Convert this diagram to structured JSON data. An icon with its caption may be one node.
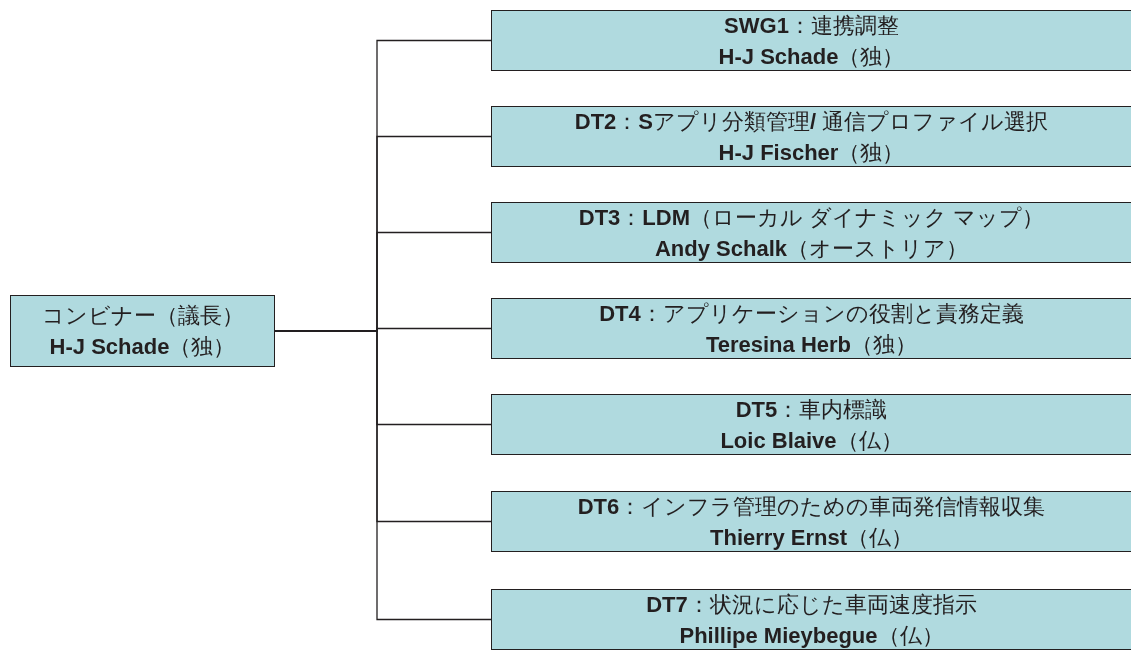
{
  "diagram": {
    "nodes": [
      {
        "text": [
          "コンビナー（議長）",
          "**H-J Schade**（独）"
        ]
      },
      {
        "text": [
          "**SWG1**：連携調整",
          "**H-J Schade**（独）"
        ]
      },
      {
        "text": [
          "**DT2**：**S**アプリ分類管理**/** 通信プロファイル選択",
          "**H-J Fischer**（独）"
        ]
      },
      {
        "text": [
          "**DT3**：**LDM**（ローカル ダイナミック マップ）",
          "**Andy Schalk**（オーストリア）"
        ]
      },
      {
        "text": [
          "**DT4**：アプリケーションの役割と責務定義",
          "**Teresina Herb**（独）"
        ]
      },
      {
        "text": [
          "**DT5**：車内標識",
          "**Loic Blaive**（仏）"
        ]
      },
      {
        "text": [
          "**DT6**：インフラ管理のための車両発信情報収集",
          "**Thierry Ernst**（仏）"
        ]
      },
      {
        "text": [
          "**DT7**：状況に応じた車両速度指示",
          "**Phillipe Mieybegue**（仏）"
        ]
      }
    ],
    "edges": [
      {
        "from": 0,
        "to": 1,
        "arrow": "none"
      },
      {
        "from": 0,
        "to": 2,
        "arrow": "none"
      },
      {
        "from": 0,
        "to": 3,
        "arrow": "none"
      },
      {
        "from": 0,
        "to": 4,
        "arrow": "none"
      },
      {
        "from": 0,
        "to": 5,
        "arrow": "none"
      },
      {
        "from": 0,
        "to": 6,
        "arrow": "none"
      },
      {
        "from": 0,
        "to": 7,
        "arrow": "none"
      }
    ]
  }
}
